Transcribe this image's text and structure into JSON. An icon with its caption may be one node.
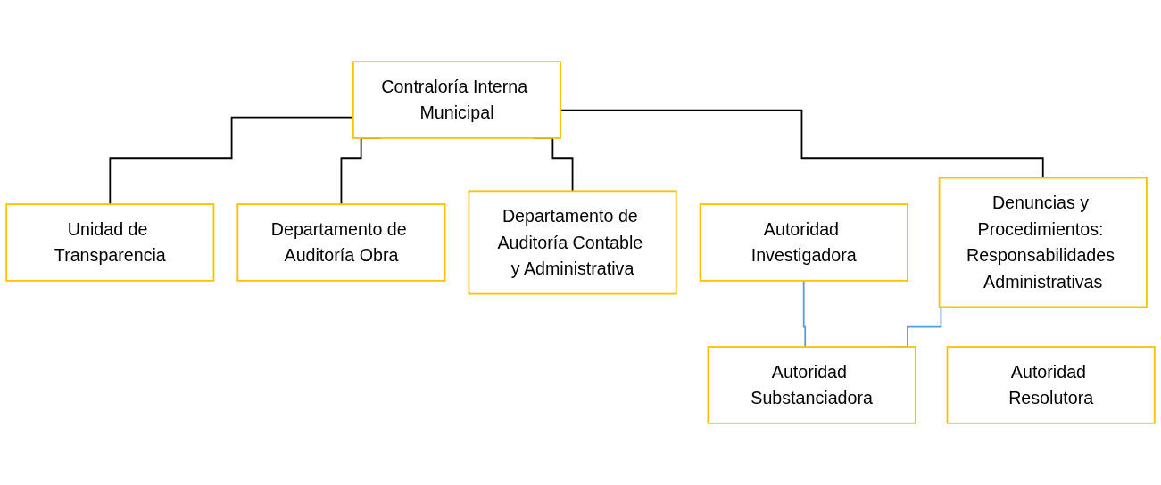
{
  "diagram": {
    "nodes": [
      {
        "text": [
          "Contraloría Interna Municipal"
        ]
      },
      {
        "text": [
          "Unidad de Transparencia"
        ]
      },
      {
        "text": [
          "Departamento de Auditoría Obra"
        ]
      },
      {
        "text": [
          "Departamento de Auditoría Contable y Administrativa"
        ]
      },
      {
        "text": [
          "Denuncias y Procedimientos: Responsabilidades Administrativas"
        ]
      },
      {
        "text": [
          "Autoridad Investigadora"
        ]
      },
      {
        "text": [
          "Autoridad Substanciadora"
        ]
      },
      {
        "text": [
          "Autoridad Resolutora"
        ]
      }
    ],
    "edges": [
      {
        "from": 0,
        "to": 1,
        "arrow": "none"
      },
      {
        "from": 0,
        "to": 2,
        "arrow": "none"
      },
      {
        "from": 0,
        "to": 3,
        "arrow": "none"
      },
      {
        "from": 0,
        "to": 4,
        "arrow": "none"
      },
      {
        "from": 4,
        "to": 6,
        "arrow": "none",
        "color": "#5b9bd5"
      },
      {
        "from": 5,
        "to": 6,
        "arrow": "none",
        "color": "#5b9bd5"
      }
    ]
  }
}
